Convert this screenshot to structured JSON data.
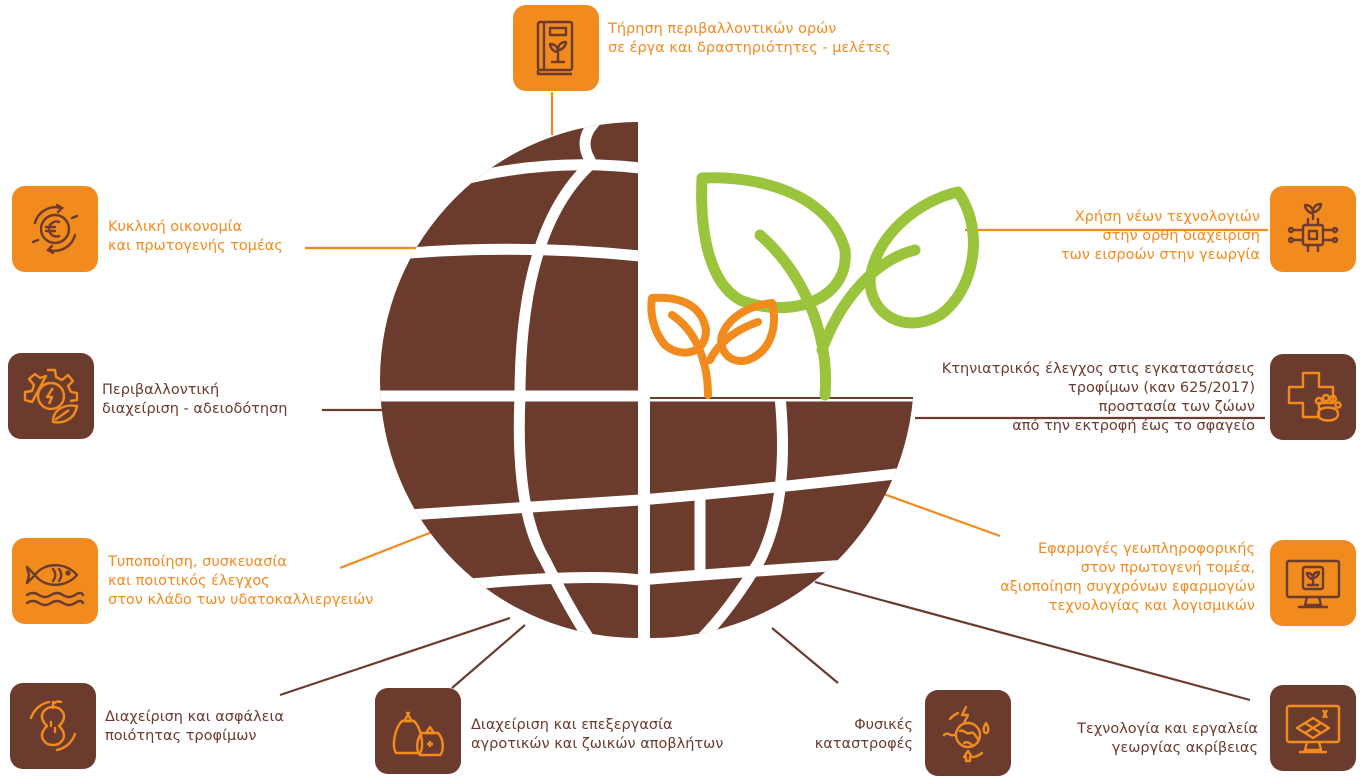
{
  "colors": {
    "orange": "#f28b1e",
    "brown": "#6b3b2e",
    "leaf_green": "#9ac43c",
    "white": "#ffffff"
  },
  "topics": [
    {
      "id": "env-terms",
      "icon": "book-plant-icon",
      "color": "orange",
      "lines": [
        "Τήρηση περιβαλλοντικών ορών",
        "σε έργα και δραστηριότητες - μελέτες"
      ]
    },
    {
      "id": "circular-economy",
      "icon": "euro-cycle-icon",
      "color": "orange",
      "lines": [
        "Κυκλική οικονομία",
        "και πρωτογενής τομέας"
      ]
    },
    {
      "id": "env-management",
      "icon": "gear-leaf-icon",
      "color": "brown",
      "lines": [
        "Περιβαλλοντική",
        "διαχείριση - αδειοδότηση"
      ]
    },
    {
      "id": "aquaculture",
      "icon": "fish-icon",
      "color": "orange",
      "lines": [
        "Τυποποίηση, συσκευασία",
        "και ποιοτικός έλεγχος",
        "στον κλάδο των υδατοκαλλιεργειών"
      ]
    },
    {
      "id": "food-safety",
      "icon": "apple-core-icon",
      "color": "brown",
      "lines": [
        "Διαχείριση και ασφάλεια",
        "ποιότητας τροφίμων"
      ]
    },
    {
      "id": "waste",
      "icon": "waste-bags-icon",
      "color": "brown",
      "lines": [
        "Διαχείριση και επεξεργασία",
        "αγροτικών και ζωικών αποβλήτων"
      ]
    },
    {
      "id": "disasters",
      "icon": "globe-disaster-icon",
      "color": "brown",
      "lines": [
        "Φυσικές",
        "καταστροφές"
      ]
    },
    {
      "id": "precision",
      "icon": "monitor-field-icon",
      "color": "brown",
      "lines": [
        "Τεχνολογία και εργαλεία",
        "γεωργίας ακρίβειας"
      ]
    },
    {
      "id": "geoinformatics",
      "icon": "monitor-plant-icon",
      "color": "orange",
      "lines": [
        "Εφαρμογές γεωπληροφορικής",
        "στον πρωτογενή τομέα,",
        "αξιοποίηση συγχρόνων εφαρμογών",
        "τεχνολογίας και λογισμικών"
      ]
    },
    {
      "id": "veterinary",
      "icon": "paw-cross-icon",
      "color": "brown",
      "lines": [
        "Κτηνιατρικός έλεγχος στις εγκαταστάσεις",
        "τροφίμων (καν 625/2017)",
        "προστασία των ζώων",
        "από την εκτροφή έως το σφαγείο"
      ]
    },
    {
      "id": "new-tech",
      "icon": "chip-plant-icon",
      "color": "orange",
      "lines": [
        "Χρήση νέων τεχνολογιών",
        "στην ορθή διαχείριση",
        "των εισροών στην γεωργία"
      ]
    }
  ]
}
